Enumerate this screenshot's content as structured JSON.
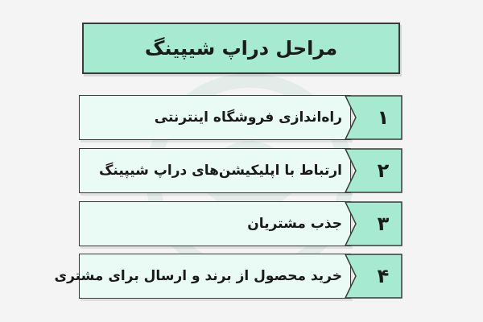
{
  "title": "مراحل دراپ شیپینگ",
  "steps": [
    {
      "number": "۱",
      "label": "راه‌اندازی فروشگاه اینترنتی"
    },
    {
      "number": "۲",
      "label": "ارتباط با اپلیکیشن‌های دراپ شیپینگ"
    },
    {
      "number": "۳",
      "label": "جذب مشتریان"
    },
    {
      "number": "۴",
      "label": "خرید محصول از برند و ارسال برای مشتری"
    }
  ],
  "colors": {
    "background": "#f3f4f3",
    "title_fill": "#a6ead2",
    "step_fill": "#eafaf5",
    "arrow_fill": "#a6ead2",
    "outline": "#3a3a3a"
  }
}
